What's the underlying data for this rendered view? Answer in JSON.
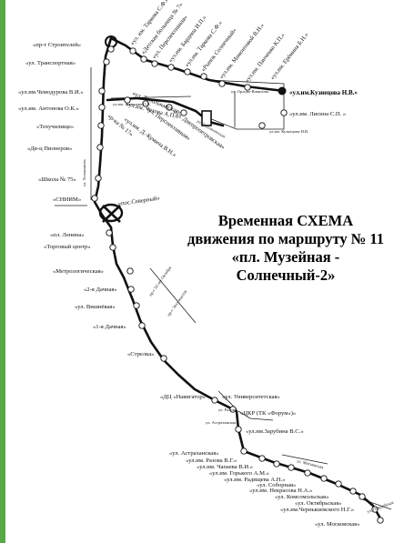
{
  "title": {
    "line1": "Временная СХЕМА",
    "line2": "движения по маршруту № 11",
    "line3": "«пл. Музейная -",
    "line4": "Солнечный-2»"
  },
  "stops": {
    "prospekt_stroiteley": "«пр-т Строителей»",
    "transportnaya": "«ул. Транспортная»",
    "tarkova_1": "«ул. им. Таркова С.Ф.»",
    "detskaya_bolnitsa": "«Детская больница № 7»",
    "perspektivnaya_1": "«ул. Перспективная»",
    "bardina": "«ул.им. Бардина И.П.»",
    "tarkova_2": "«ул.им. Таркова С.Ф.»",
    "rynok_solnechny": "«Рынок Солнечный»",
    "mamontovoy": "«ул.им. Мамонтовой В.Н.»",
    "panchenko": "«ул.им. Панченко К.П.»",
    "eremina": "«ул.им. Ерёмина Б.Н.»",
    "kuznetsova": "«ул.им.Кузнецова Н.В.»",
    "lisina": "«ул.им. Лисина С.П. »",
    "chemodurova": "«ул.им.Чемодурова В.И.»",
    "antonova": "«ул.им. Антонова О.К.»",
    "tekhuchilishche": "«Техучилище»",
    "dvorets_pionerov": "«Дв-ц Пионеров»",
    "shkola_75": "«Школа № 75»",
    "sniim": "«СНИИМ»",
    "pos_severny": "«пос.Северный»",
    "topolchanskaya": "«ул. Топольчанская»",
    "chekhova": "«ул.им. Чехова А.П.»",
    "rr_17": "«р-ка № 17»",
    "perspektivnaya_2": "«ул. Перспективная»",
    "dnepropetrovskaya": "«ул. Днепропетровская»",
    "kumicha": "«ул.им. Д.-Кумича В.Н.»",
    "ploshchad_lenina": "«пл. Ленина»",
    "torgovy_tsentr": "«Торговый центр»",
    "metrologicheskaya": "«Метрологическая»",
    "dachnaya_2": "«2-я Дачная»",
    "vishnevaya": "«ул. Вишнёвая»",
    "dachnaya_1": "«1-я Дачная»",
    "strelka": "«Стрелка»",
    "navigator": "«ДЦ «Навигатор»",
    "universitetskaya": "«ул. Университетская»",
    "tsks_forum": "«ЦКР (ТК «Форум»)»",
    "zarubina": "«ул.им.Зарубина В.С.»",
    "astrakhanskaya": "«ул. Астраханская»",
    "razova": "«ул.им. Разова В.Г.»",
    "chapaeva": "«ул.им. Чапаева В.И.»",
    "gorkogo": "«ул.им. Горького А.М.»",
    "radishcheva": "«ул.им. Радищева А.Н.»",
    "sobornaya": "«ул. Соборная»",
    "nekrasova": "«ул.им. Некрасова Н.А.»",
    "komsomolskaya": "«ул. Комсомольская»",
    "oktyabrskaya": "«ул. Октябрьская»",
    "chernyshevskogo": "«ул.им.Чернышевского Н.Г.»",
    "moskovskaya": "«ул. Московская»"
  },
  "streets": {
    "orlova_vavilova": "ул. Орлова-Вавилова",
    "kuznetsova_small": "ул.им. Кузнецова Н.В.",
    "antonova_small": "ул.им. Антонова О.К.",
    "ul_tsentralnaya": "ул. Тельманова",
    "prospekt_50_oktyabrya": "пр-т 50 лет Октября",
    "prosp_entuziastov": "пр-т Энтузиастов",
    "astrakhanskaya_small": "ул. Астраханская",
    "moskovskaya_small": "ул. Московская",
    "gvardeyskaya": "ул. Гвардейская",
    "ul_ryazanskaya": "ул. Рахова",
    "ul_topolch": "ул. Топольчанская"
  },
  "colors": {
    "left_bar": "#58a848",
    "route": "#111111",
    "background": "#ffffff"
  }
}
